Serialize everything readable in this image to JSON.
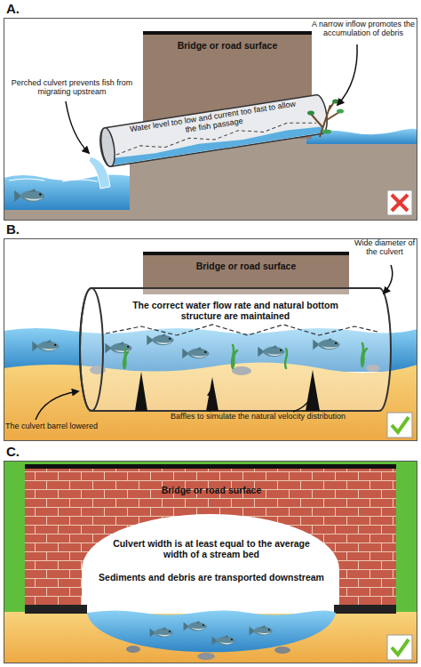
{
  "diagram": {
    "nodes": [
      {
        "text": [
          "A."
        ]
      },
      {
        "text": [
          "Bridge or road surface"
        ],
        "in": 0
      },
      {
        "text": [
          "Water level too low and current too fast to allow the fish passage"
        ],
        "in": 0
      },
      {
        "text": [
          "B."
        ]
      },
      {
        "text": [
          "Bridge or road surface"
        ],
        "in": 3
      },
      {
        "text": [
          "The correct water flow rate and natural bottom structure are maintained"
        ],
        "in": 3
      },
      {
        "text": [
          "C."
        ]
      },
      {
        "text": [
          "Bridge or road surface"
        ],
        "in": 6
      },
      {
        "text": [
          "Culvert width is at least equal to the average width of a stream bed",
          "Sediments and debris are transported downstream"
        ],
        "in": 7
      }
    ],
    "labels": [
      "A narrow inflow promotes the accumulation of debris",
      "Perched culvert prevents fish from migrating upstream",
      "Wide diameter of the culvert",
      "The culvert barrel lowered",
      "Baffles to simulate the natural velocity distribution"
    ]
  }
}
